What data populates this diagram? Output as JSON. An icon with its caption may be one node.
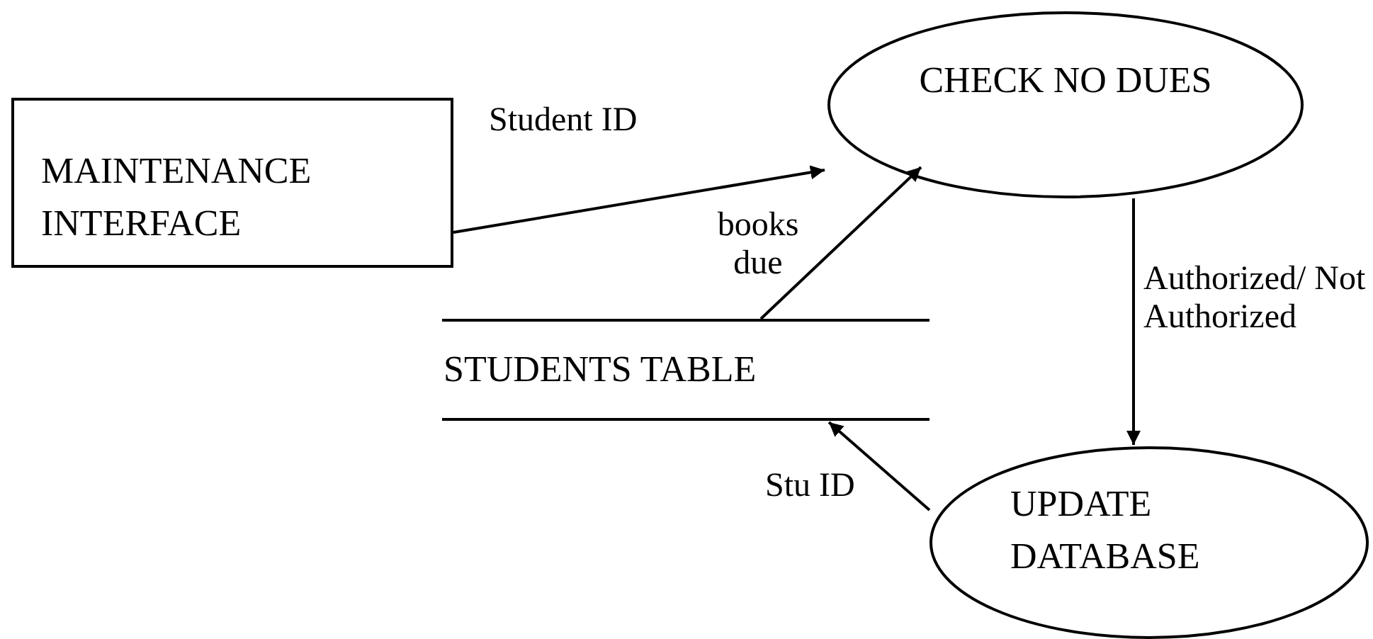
{
  "diagram": {
    "nodes": [
      {
        "text": [
          "MAINTENANCE INTERFACE"
        ]
      },
      {
        "text": [
          "CHECK NO DUES"
        ]
      },
      {
        "text": [
          "STUDENTS TABLE"
        ]
      },
      {
        "text": [
          "UPDATE DATABASE"
        ]
      }
    ],
    "edges": [
      {
        "from": 0,
        "to": 1,
        "arrow": "to",
        "label": "Student ID"
      },
      {
        "from": 2,
        "to": 1,
        "arrow": "to",
        "label": "books due"
      },
      {
        "from": 1,
        "to": 3,
        "arrow": "to",
        "label": "Authorized/ Not Authorized"
      },
      {
        "from": 3,
        "to": 2,
        "arrow": "to",
        "label": "Stu ID"
      }
    ]
  }
}
